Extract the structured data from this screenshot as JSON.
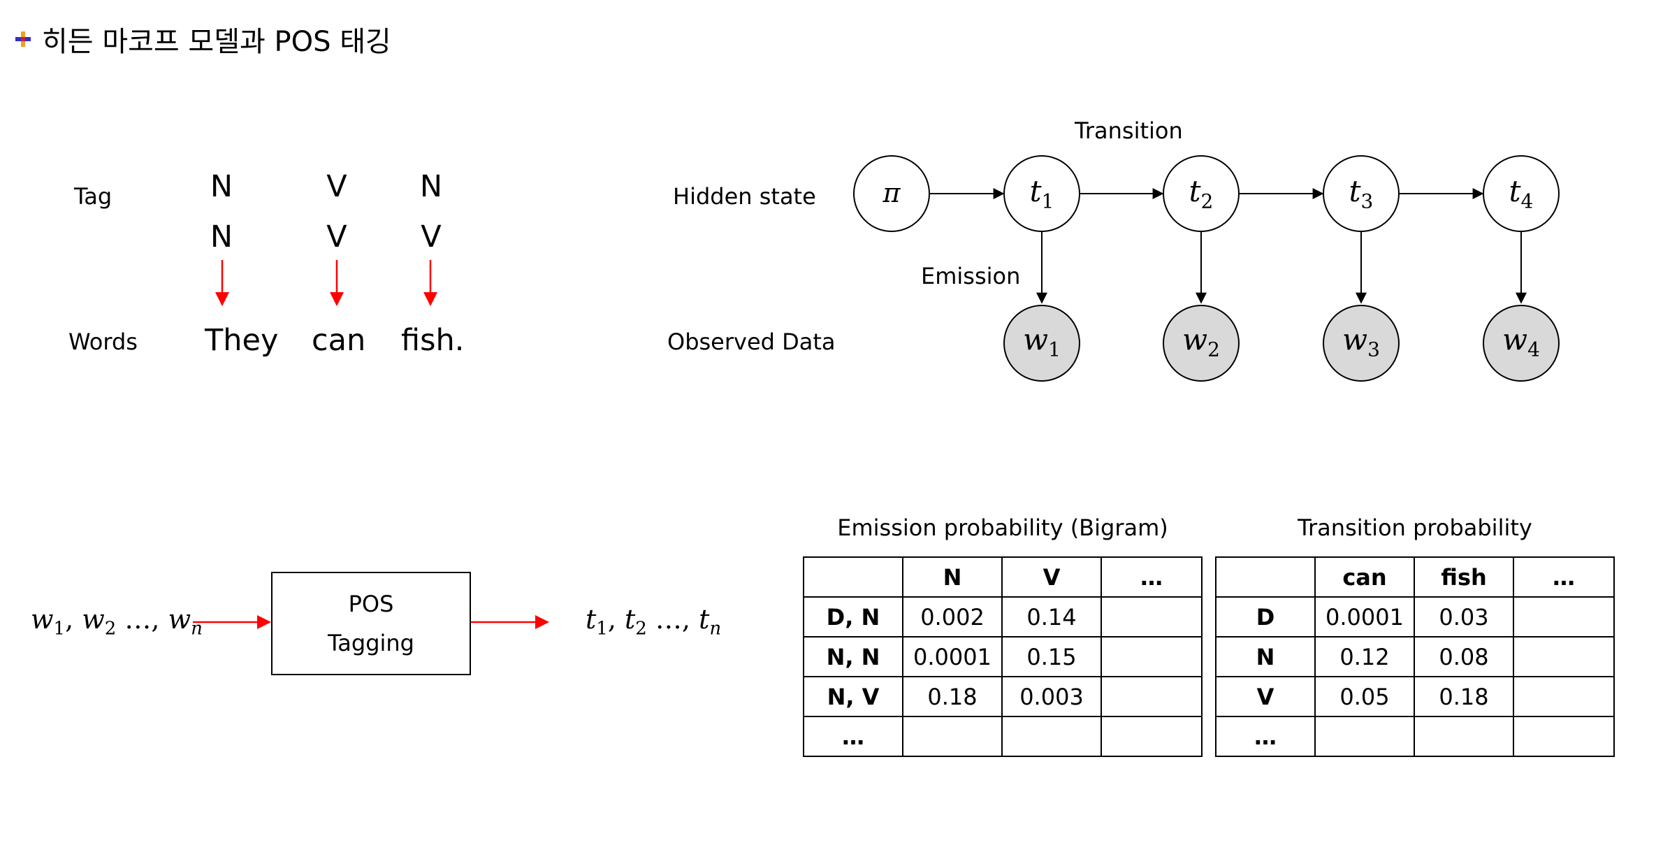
{
  "title": "히든 마코프 모델과 POS 태깅",
  "tagging": {
    "tag_label": "Tag",
    "words_label": "Words",
    "tag_row1": [
      "N",
      "V",
      "N"
    ],
    "tag_row2": [
      "N",
      "V",
      "V"
    ],
    "words": [
      "They",
      "can",
      "fish."
    ],
    "arrow_color": "#ff0000"
  },
  "hmm": {
    "transition_label": "Transition",
    "emission_label": "Emission",
    "hidden_label": "Hidden state",
    "observed_label": "Observed Data",
    "start_node": "π",
    "hidden_nodes": [
      {
        "name": "t",
        "sub": "1"
      },
      {
        "name": "t",
        "sub": "2"
      },
      {
        "name": "t",
        "sub": "3"
      },
      {
        "name": "t",
        "sub": "4"
      }
    ],
    "observed_nodes": [
      {
        "name": "w",
        "sub": "1"
      },
      {
        "name": "w",
        "sub": "2"
      },
      {
        "name": "w",
        "sub": "3"
      },
      {
        "name": "w",
        "sub": "4"
      }
    ],
    "observed_fill": "#d9d9d9"
  },
  "pipeline": {
    "input": [
      {
        "name": "w",
        "sub": "1",
        "after": ", "
      },
      {
        "name": "w",
        "sub": "2",
        "after": " …, "
      },
      {
        "name": "w",
        "sub": "n",
        "after": ""
      }
    ],
    "box_line1": "POS",
    "box_line2": "Tagging",
    "output": [
      {
        "name": "t",
        "sub": "1",
        "after": ", "
      },
      {
        "name": "t",
        "sub": "2",
        "after": " …, "
      },
      {
        "name": "t",
        "sub": "n",
        "after": ""
      }
    ],
    "arrow_color": "#ff0000"
  },
  "emission_table": {
    "title": "Emission probability (Bigram)",
    "header": [
      "",
      "N",
      "V",
      "…"
    ],
    "rows": [
      [
        "D, N",
        "0.002",
        "0.14",
        ""
      ],
      [
        "N, N",
        "0.0001",
        "0.15",
        ""
      ],
      [
        "N, V",
        "0.18",
        "0.003",
        ""
      ],
      [
        "…",
        "",
        "",
        ""
      ]
    ]
  },
  "transition_table": {
    "title": "Transition probability",
    "header": [
      "",
      "can",
      "fish",
      "…"
    ],
    "rows": [
      [
        "D",
        "0.0001",
        "0.03",
        ""
      ],
      [
        "N",
        "0.12",
        "0.08",
        ""
      ],
      [
        "V",
        "0.05",
        "0.18",
        ""
      ],
      [
        "…",
        "",
        "",
        ""
      ]
    ]
  }
}
